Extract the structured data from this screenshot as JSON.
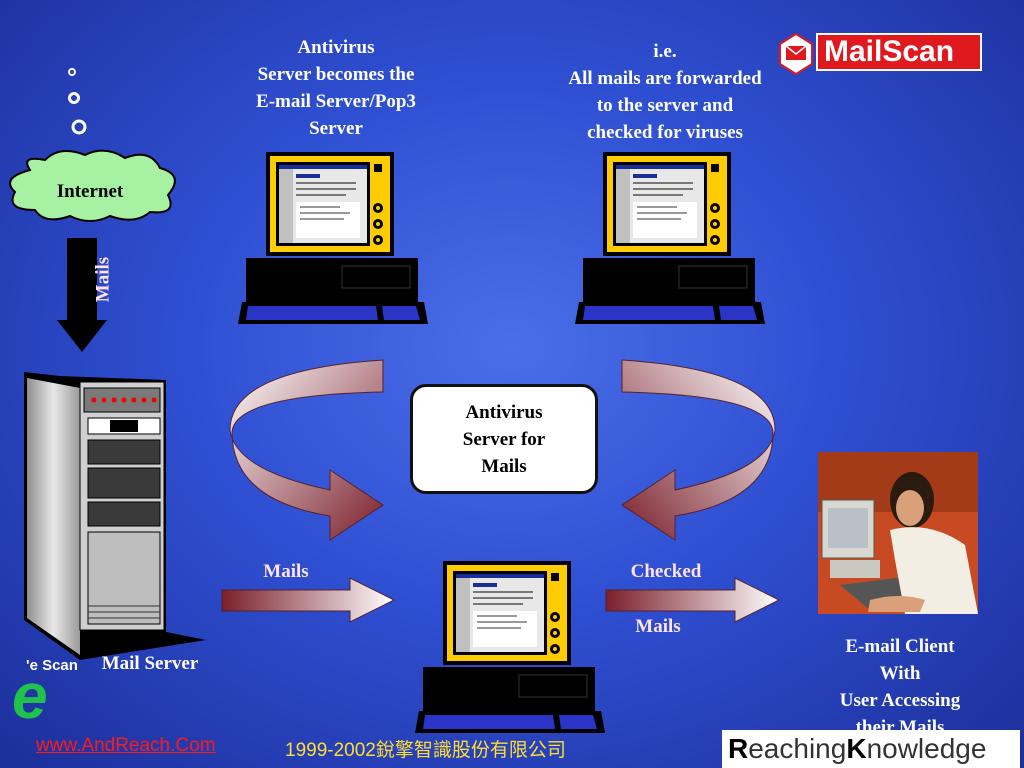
{
  "labels": {
    "antivirus_server_caption": [
      "Antivirus",
      "Server becomes the",
      "E-mail Server/Pop3",
      "Server"
    ],
    "ie_caption": [
      "i.e.",
      "All mails are forwarded",
      "to the server and",
      "checked for viruses"
    ],
    "internet": "Internet",
    "mails_vertical": "Mails",
    "center_box": [
      "Antivirus",
      "Server for",
      "Mails"
    ],
    "mails_in": "Mails",
    "checked": "Checked",
    "checked_mails": "Mails",
    "mail_server": "Mail Server",
    "client_caption": [
      "E-mail Client",
      "With",
      "User Accessing",
      "their Mails"
    ]
  },
  "branding": {
    "mailscan_left": "Mail",
    "mailscan_right": "Scan",
    "escan": "'e Scan",
    "escan_letter": "e",
    "footer_link": "www.AndReach.Com",
    "footer_copyright": "1999-2002銳擎智識股份有限公司",
    "rk_first": "R",
    "rk_mid": "eaching",
    "rk_k": "K",
    "rk_end": "nowledge"
  },
  "colors": {
    "background": "#2f4fd2",
    "monitor_frame": "#ffcc00",
    "arrow_dark": "#7a1f2a",
    "mailscan_red": "#e0191f",
    "footer_link": "#ff1a1a",
    "footer_copyright": "#ffdd33"
  }
}
